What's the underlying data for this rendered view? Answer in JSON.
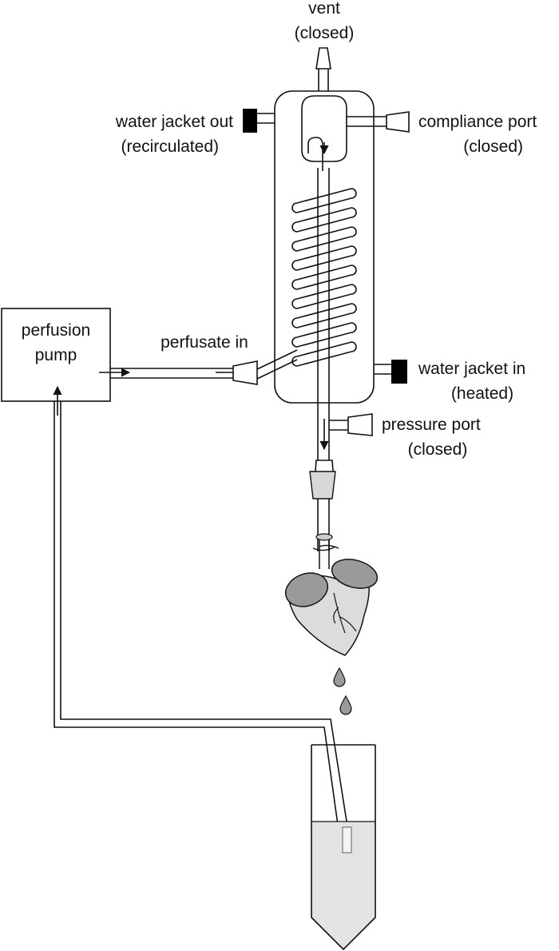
{
  "labels": {
    "vent": "vent",
    "vent_state": "(closed)",
    "water_out": "water jacket out",
    "water_out_state": "(recirculated)",
    "compliance": "compliance port",
    "compliance_state": "(closed)",
    "pump_line1": "perfusion",
    "pump_line2": "pump",
    "perfusate_in": "perfusate in",
    "water_in": "water jacket in",
    "water_in_state": "(heated)",
    "pressure": "pressure port",
    "pressure_state": "(closed)"
  },
  "colors": {
    "stroke": "#111111",
    "fill": "#ffffff",
    "heart": "#dcdcdc",
    "vessel": "#9a9a9a",
    "liquid": "#e3e3e3",
    "connector": "#000000"
  }
}
